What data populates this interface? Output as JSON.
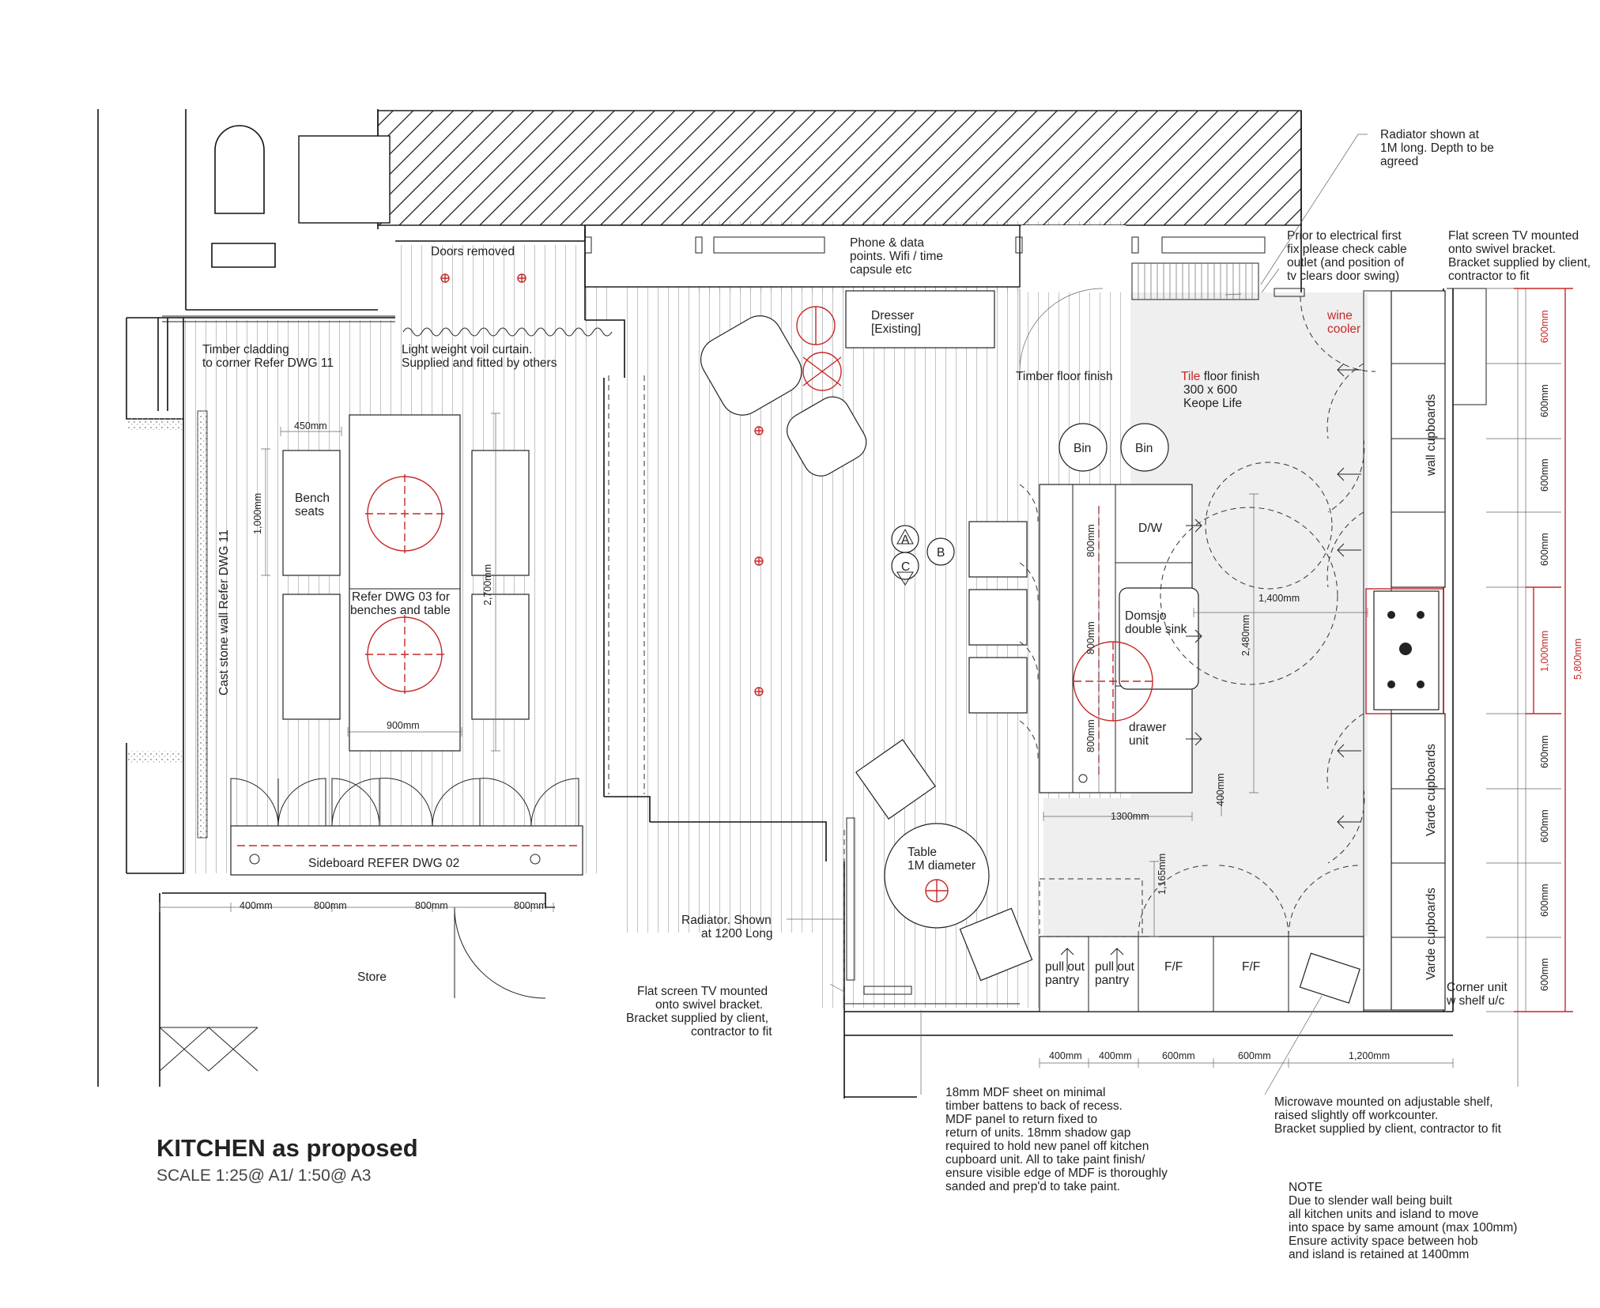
{
  "title": {
    "main": "KITCHEN as proposed",
    "scale": "SCALE 1:25@ A1/ 1:50@ A3"
  },
  "labels": {
    "doors_removed": "Doors removed",
    "phone_l1": "Phone & data",
    "phone_l2": "points. Wifi / time",
    "phone_l3": "capsule etc",
    "radiator_top_l1": "Radiator shown at",
    "radiator_top_l2": "1M long. Depth to be",
    "radiator_top_l3": "agreed",
    "prior_l1": "Prior to electrical first",
    "prior_l2": "fix please check cable",
    "prior_l3": "outlet (and position of",
    "prior_l4": "tv clears door swing)",
    "tv_top_l1": "Flat screen TV mounted",
    "tv_top_l2": "onto swivel bracket.",
    "tv_top_l3": "Bracket supplied by client,",
    "tv_top_l4": "contractor to fit",
    "timber_cladding_l1": "Timber cladding",
    "timber_cladding_l2": "to corner Refer DWG 11",
    "voil_l1": "Light weight voil curtain.",
    "voil_l2": "Supplied and fitted by others",
    "dresser_l1": "Dresser",
    "dresser_l2": "[Existing]",
    "timber_floor": "Timber floor finish",
    "tile_word": "Tile",
    "tile_rest": " floor finish",
    "tile_l2": "300 x 600",
    "tile_l3": "Keope Life",
    "wine_l1": "wine",
    "wine_l2": "cooler",
    "bin1": "Bin",
    "bin2": "Bin",
    "bench_l1": "Bench",
    "bench_l2": "seats",
    "refer03_l1": "Refer DWG 03 for",
    "refer03_l2": "benches and table",
    "cast_stone": "Cast stone wall Refer DWG 11",
    "stool_a": "A",
    "stool_b": "B",
    "stool_c": "C",
    "dw": "D/W",
    "sink_l1": "Domsjo",
    "sink_l2": "double sink",
    "drawer_l1": "drawer",
    "drawer_l2": "unit",
    "wall_cupboards": "wall cupboards",
    "varde1": "Varde cupboards",
    "varde2": "Varde cupboards",
    "sideboard": "Sideboard REFER DWG 02",
    "table_l1": "Table",
    "table_l2": "1M diameter",
    "radiator_mid_l1": "Radiator. Shown",
    "radiator_mid_l2": "at 1200 Long",
    "store": "Store",
    "tv_mid_l1": "Flat screen TV mounted",
    "tv_mid_l2": "onto swivel bracket.",
    "tv_mid_l3": "Bracket supplied by client,",
    "tv_mid_l4": "contractor to fit",
    "pullout1_l1": "pull out",
    "pullout1_l2": "pantry",
    "pullout2_l1": "pull out",
    "pullout2_l2": "pantry",
    "ff1": "F/F",
    "ff2": "F/F",
    "corner_l1": "Corner unit",
    "corner_l2": "w shelf u/c",
    "mdf_l1": "18mm MDF sheet on minimal",
    "mdf_l2": "timber battens to back of recess.",
    "mdf_l3": "MDF panel to return fixed to",
    "mdf_l4": "return of units. 18mm shadow gap",
    "mdf_l5": "required to hold new panel off kitchen",
    "mdf_l6": "cupboard unit. All to take paint finish/",
    "mdf_l7": "ensure visible edge of MDF is thoroughly",
    "mdf_l8": "sanded and prep'd to take paint.",
    "micro_l1": "Microwave mounted on adjustable shelf,",
    "micro_l2": "raised slightly off workcounter.",
    "micro_l3": "Bracket supplied by client, contractor to fit",
    "note_l1": "NOTE",
    "note_l2": "Due to slender wall being built",
    "note_l3": "all kitchen units and island to move",
    "note_l4": "into space by same amount (max 100mm)",
    "note_l5": "Ensure activity space between hob",
    "note_l6": "and island is retained at 1400mm"
  },
  "dimensions": {
    "d450": "450mm",
    "d1000": "1,000mm",
    "d2700": "2,700mm",
    "d900": "900mm",
    "side_400": "400mm",
    "side_800a": "800mm",
    "side_800b": "800mm",
    "side_800c": "800mm",
    "isl_800a": "800mm",
    "isl_800b": "800mm",
    "isl_800c": "800mm",
    "d1400": "1,400mm",
    "d2480": "2,480mm",
    "d1300": "1300mm",
    "d400v": "400mm",
    "d1165": "1,165mm",
    "bot_400a": "400mm",
    "bot_400b": "400mm",
    "bot_600a": "600mm",
    "bot_600b": "600mm",
    "bot_1200": "1,200mm",
    "r600_1": "600mm",
    "r600_2": "600mm",
    "r600_3": "600mm",
    "r600_4": "600mm",
    "r600_5": "600mm",
    "r600_6": "600mm",
    "r600_7": "600mm",
    "r600_8": "600mm",
    "r1000": "1,000mm",
    "r5800": "5,800mm"
  },
  "colors": {
    "ink": "#222222",
    "red": "#c62828",
    "tile": "#efefef"
  }
}
